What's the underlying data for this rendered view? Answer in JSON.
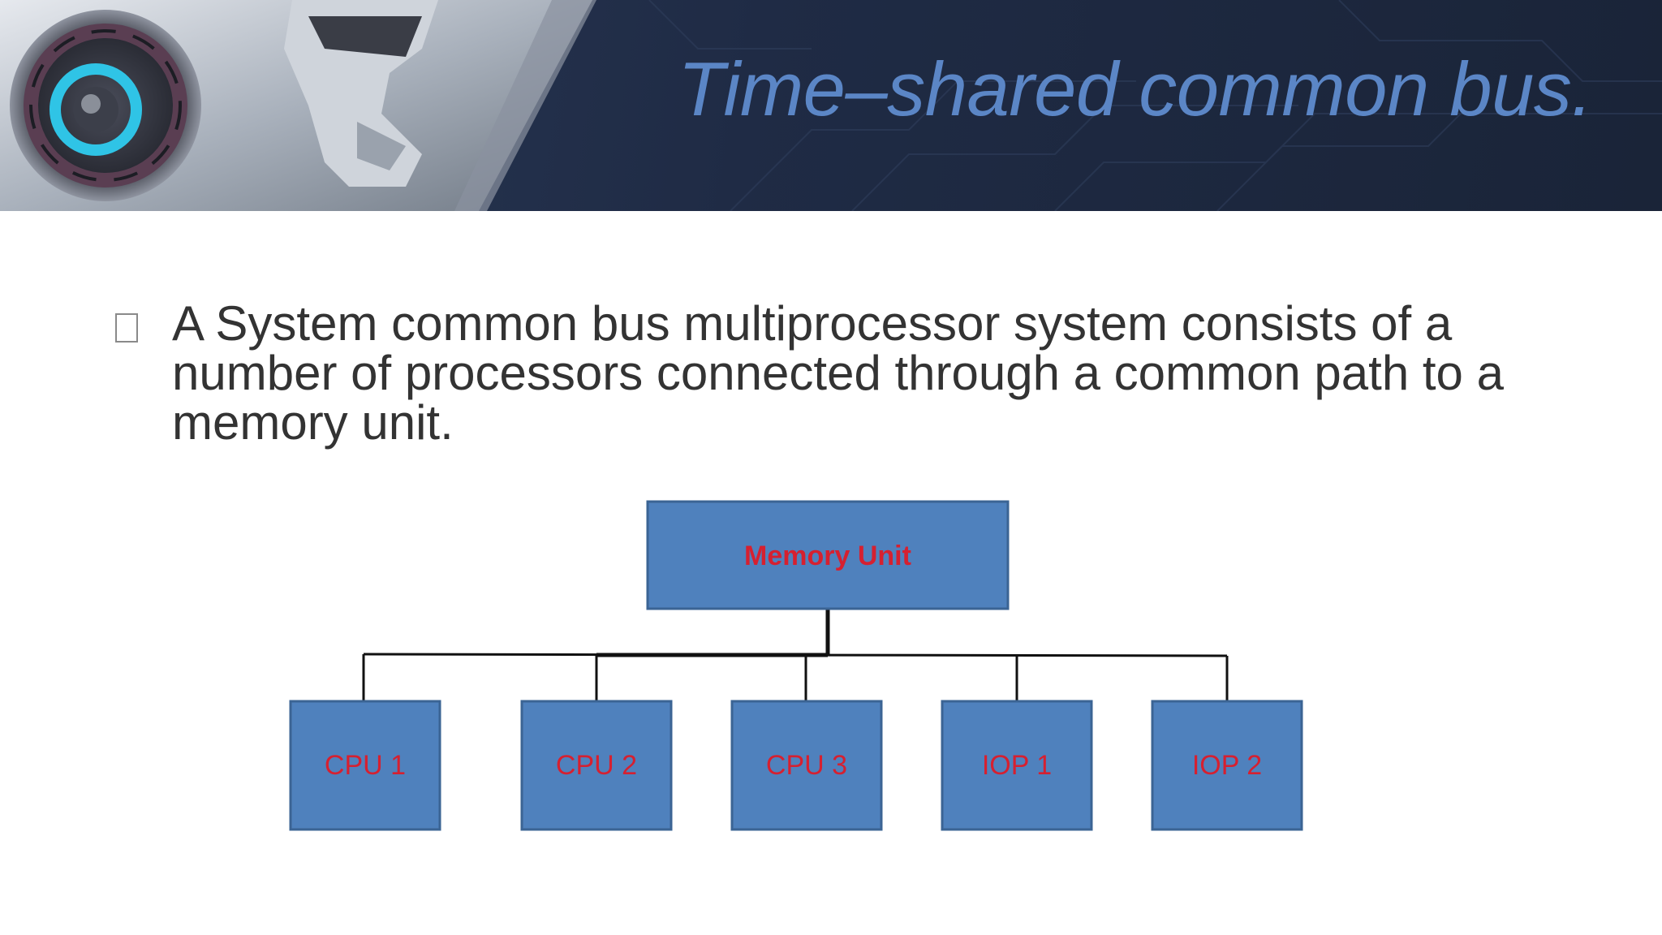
{
  "slide": {
    "title": "Time–shared common bus.",
    "bullet_text": "A System common bus multiprocessor system consists of a number of processors connected through a common path to a memory unit."
  },
  "diagram": {
    "top_node": "Memory Unit",
    "bottom_nodes": [
      "CPU 1",
      "CPU 2",
      "CPU 3",
      "IOP 1",
      "IOP 2"
    ]
  },
  "colors": {
    "header_bg": "#1f2b45",
    "title": "#5b86c6",
    "box_fill": "#4f81bd",
    "box_border": "#3b6494",
    "label": "#d62030",
    "bus_line": "#111111"
  },
  "icons": {
    "bullet": "hollow-square-bullet-icon",
    "header_art": "robot-head-icon"
  }
}
